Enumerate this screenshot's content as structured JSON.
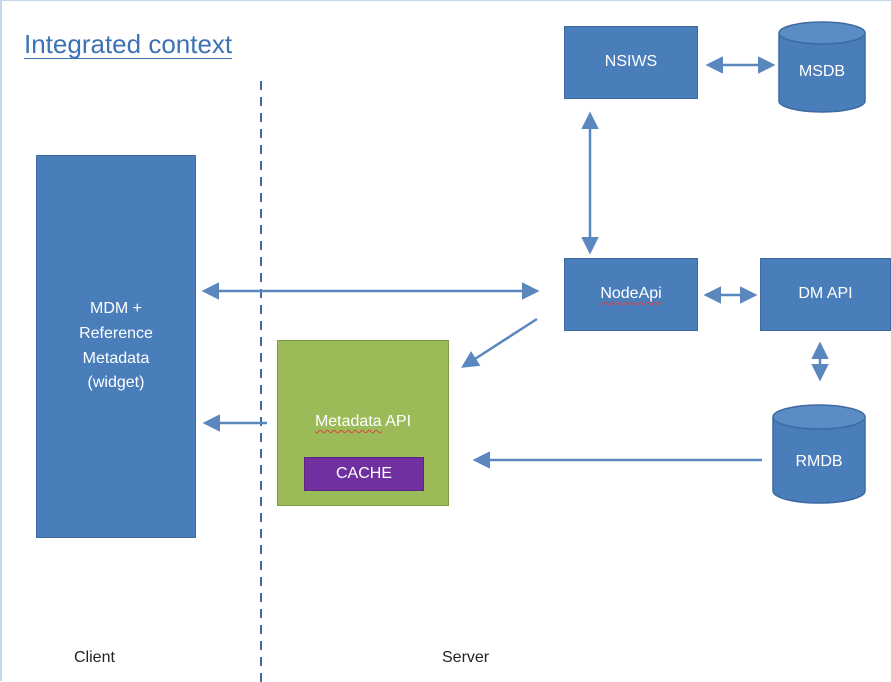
{
  "title": "Integrated context",
  "zones": {
    "client": "Client",
    "server": "Server"
  },
  "nodes": {
    "mdm": {
      "line1": "MDM +",
      "line2": "Reference",
      "line3": "Metadata",
      "line4": "(widget)"
    },
    "nsiws": "NSIWS",
    "msdb": "MSDB",
    "nodeapi": "NodeApi",
    "dmapi": "DM API",
    "rmdb": "RMDB",
    "metadata_api": {
      "word1": "Metadata",
      "word2": " API"
    },
    "cache": "CACHE"
  },
  "colors": {
    "box_fill": "#4a7ebb",
    "metadata_api_fill": "#9bbb59",
    "cache_fill": "#7030a0",
    "arrow": "#5b87bf",
    "title": "#3d72b4"
  }
}
